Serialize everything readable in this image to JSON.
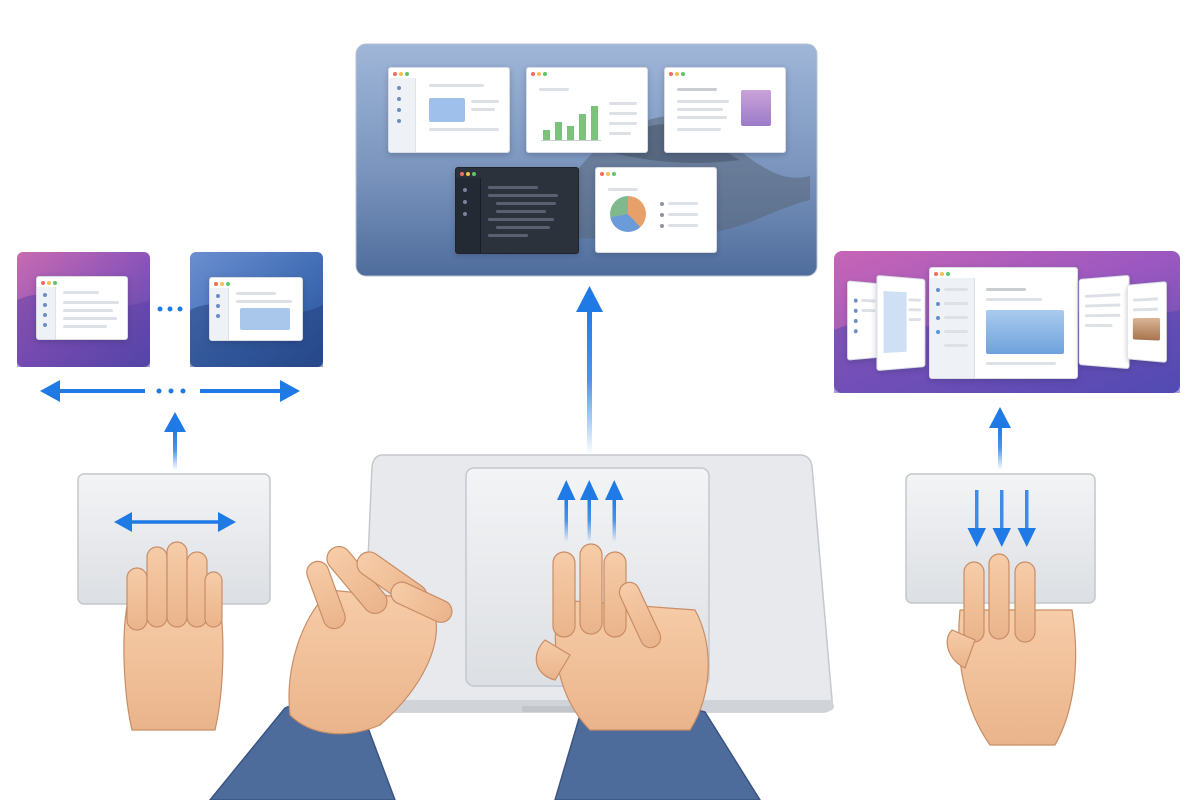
{
  "gestures": [
    {
      "gesture": "swipe-left-right"
    },
    {
      "gesture": "swipe-up"
    },
    {
      "gesture": "swipe-down"
    }
  ],
  "colors": {
    "arrow": "#1f7ae6",
    "trackpad": "#e4e6e9",
    "skin": "#f2c29a",
    "sleeve": "#4e6c9b",
    "mission_sky": "#8fa9cf",
    "desktop_purple": "#8a52b7",
    "desktop_blue": "#3d6fb5",
    "chart_bar": "#7bc27a",
    "pie_orange": "#e8a06a",
    "pie_blue": "#6b9bd8",
    "pie_green": "#7fb98d"
  },
  "icons": [
    "arrow-left-right-icon",
    "arrow-up-icon",
    "ellipsis-icon",
    "hand-icon",
    "image-placeholder-icon",
    "pie-chart-icon",
    "bar-chart-icon"
  ]
}
